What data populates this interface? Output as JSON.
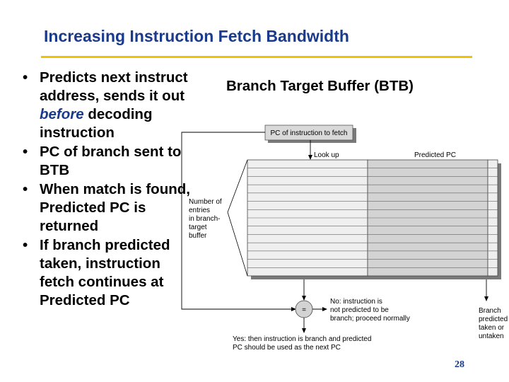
{
  "slide": {
    "title": "Increasing Instruction Fetch Bandwidth",
    "bullets": [
      {
        "parts": [
          "Predicts next instruct address, sends it out ",
          "before",
          " decoding instruction"
        ]
      },
      {
        "parts": [
          "PC of branch sent to BTB"
        ]
      },
      {
        "parts": [
          "When match is found, Predicted PC is returned"
        ]
      },
      {
        "parts": [
          "If branch predicted taken, instruction fetch continues at Predicted PC"
        ]
      }
    ],
    "bullet_symbol": "•",
    "diagram_title": "Branch Target Buffer (BTB)",
    "page_number": "28"
  },
  "diagram": {
    "pc_box_label": "PC of instruction to fetch",
    "lookup_label": "Look up",
    "predicted_pc_label": "Predicted PC",
    "entries_label": [
      "Number of",
      "entries",
      "in branch-",
      "target",
      "buffer"
    ],
    "compare_symbol": "=",
    "no_label": [
      "No:  instruction is",
      "not predicted to be",
      "branch; proceed normally"
    ],
    "yes_label": [
      "Yes:  then instruction is branch and predicted",
      "PC should be used as the next PC"
    ],
    "branch_label": [
      "Branch",
      "predicted",
      "taken or",
      "untaken"
    ],
    "table_rows": 14
  }
}
